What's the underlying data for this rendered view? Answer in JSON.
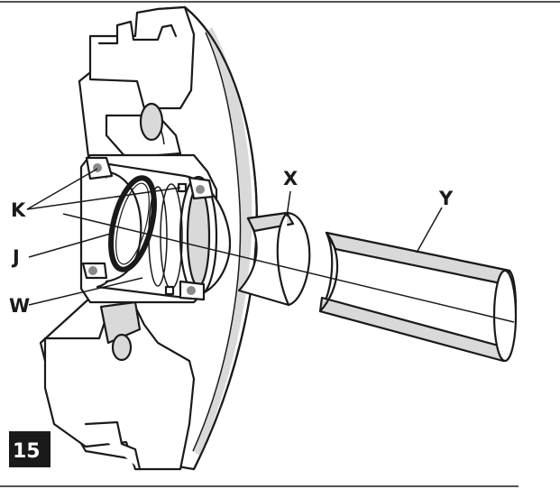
{
  "step": {
    "number": "15"
  },
  "labels": {
    "k": "K",
    "j": "J",
    "w": "W",
    "x": "X",
    "y": "Y"
  },
  "colors": {
    "ink": "#1a1a1a",
    "shade": "#d9d9d9",
    "background": "#ffffff"
  }
}
